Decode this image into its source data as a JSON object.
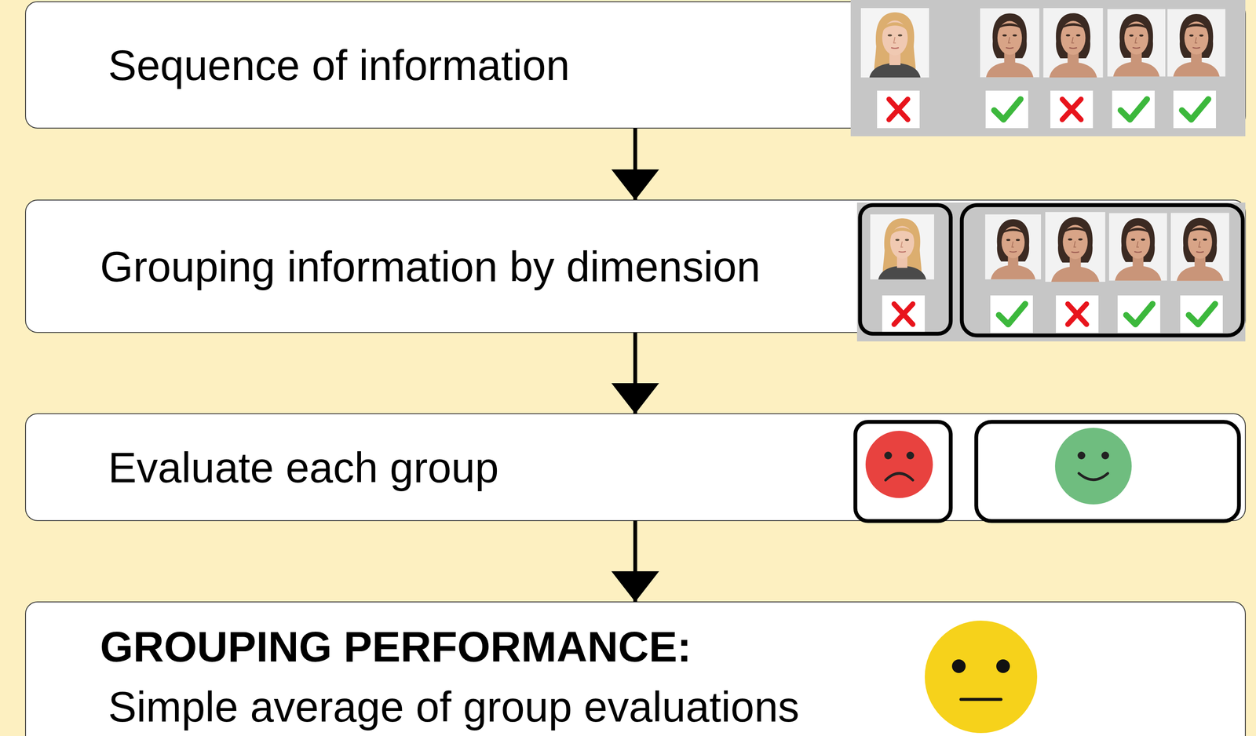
{
  "diagram": {
    "nodes": [
      {
        "text": [
          "Sequence of information"
        ]
      },
      {
        "text": [
          "Grouping information by dimension"
        ]
      },
      {
        "text": [
          "Evaluate each group"
        ]
      },
      {
        "text": [
          "GROUPING PERFORMANCE:",
          "Simple average of group evaluations"
        ]
      }
    ],
    "edges": [
      {
        "from": 0,
        "to": 1,
        "arrow": "to"
      },
      {
        "from": 1,
        "to": 2,
        "arrow": "to"
      },
      {
        "from": 2,
        "to": 3,
        "arrow": "to"
      }
    ]
  }
}
